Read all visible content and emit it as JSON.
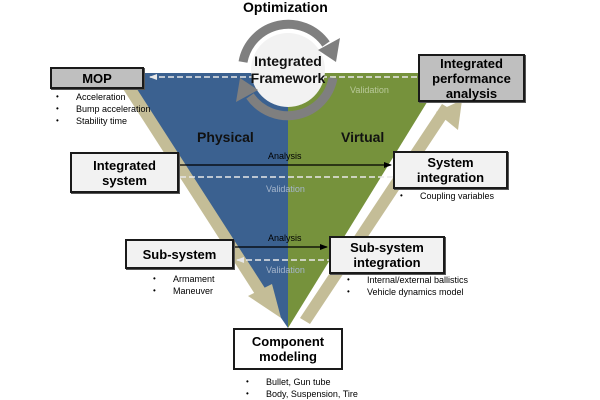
{
  "title": "Optimization",
  "colors": {
    "physical": "#3b6190",
    "virtual": "#76923c",
    "progression_arrow": "#c4bd97",
    "cycle_arrow": "#7f7f7f",
    "box_gray": "#bfbfbf",
    "box_light": "#f2f2f2"
  },
  "center": {
    "label": "Integrated\nFramework",
    "cycle_icon": "cycle-arrows-icon"
  },
  "sides": {
    "left": "Physical",
    "right": "Virtual"
  },
  "boxes": {
    "mop": {
      "label": "MOP",
      "bullets": [
        "Acceleration",
        "Bump acceleration",
        "Stability time"
      ]
    },
    "integrated_performance": {
      "label": "Integrated\nperformance\nanalysis"
    },
    "integrated_system": {
      "label": "Integrated\nsystem"
    },
    "system_integration": {
      "label": "System\nintegration",
      "bullets": [
        "Coupling variables"
      ]
    },
    "sub_system": {
      "label": "Sub-system",
      "bullets": [
        "Armament",
        "Maneuver"
      ]
    },
    "sub_system_integration": {
      "label": "Sub-system\nintegration",
      "bullets": [
        "Internal/external ballistics",
        "Vehicle dynamics model"
      ]
    },
    "component_modeling": {
      "label": "Component\nmodeling",
      "bullets": [
        "Bullet, Gun tube",
        "Body, Suspension, Tire"
      ]
    }
  },
  "connectors": {
    "top_validation": "Validation",
    "mid_analysis": "Analysis",
    "mid_validation": "Validation",
    "low_analysis": "Analysis",
    "low_validation": "Validation"
  }
}
